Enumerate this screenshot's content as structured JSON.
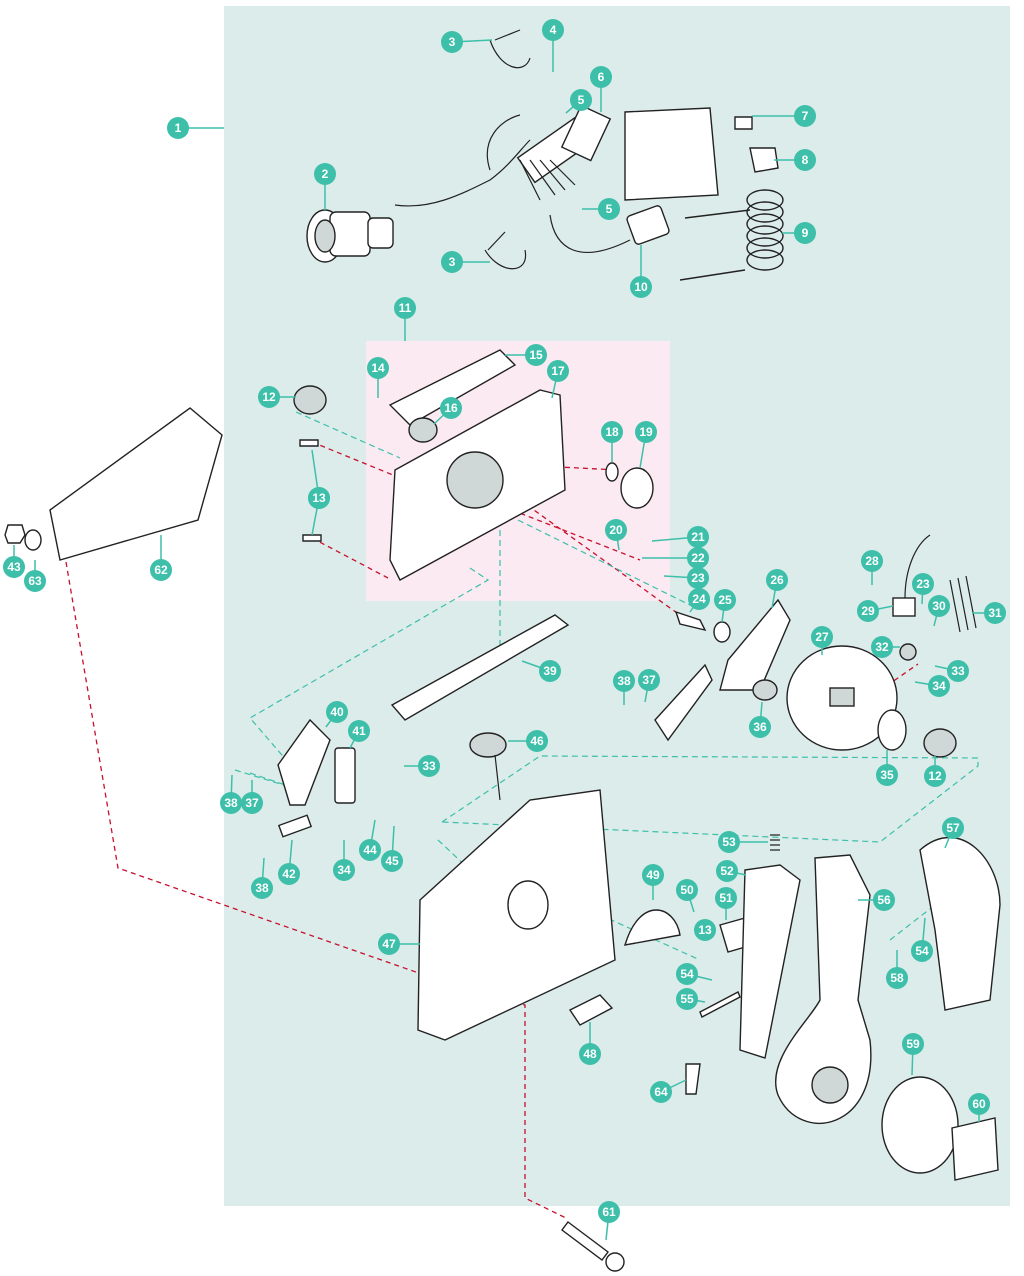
{
  "colors": {
    "background": "#ffffff",
    "assembly_panel": "#dcecea",
    "subassembly_panel": "#fbeaf1",
    "callout": "#3dbfaa",
    "leader_line": "#3dbfaa",
    "guide_line_red": "#c8102e",
    "guide_line_teal": "#3dbfaa",
    "outline": "#222222"
  },
  "callouts": [
    {
      "id": "c1",
      "label": "1"
    },
    {
      "id": "c2",
      "label": "2"
    },
    {
      "id": "c3a",
      "label": "3"
    },
    {
      "id": "c3b",
      "label": "3"
    },
    {
      "id": "c4",
      "label": "4"
    },
    {
      "id": "c5a",
      "label": "5"
    },
    {
      "id": "c5b",
      "label": "5"
    },
    {
      "id": "c6",
      "label": "6"
    },
    {
      "id": "c7",
      "label": "7"
    },
    {
      "id": "c8",
      "label": "8"
    },
    {
      "id": "c9",
      "label": "9"
    },
    {
      "id": "c10",
      "label": "10"
    },
    {
      "id": "c11",
      "label": "11"
    },
    {
      "id": "c12a",
      "label": "12"
    },
    {
      "id": "c12b",
      "label": "12"
    },
    {
      "id": "c13a",
      "label": "13"
    },
    {
      "id": "c13b",
      "label": "13"
    },
    {
      "id": "c14",
      "label": "14"
    },
    {
      "id": "c15",
      "label": "15"
    },
    {
      "id": "c16",
      "label": "16"
    },
    {
      "id": "c17",
      "label": "17"
    },
    {
      "id": "c18",
      "label": "18"
    },
    {
      "id": "c19",
      "label": "19"
    },
    {
      "id": "c20",
      "label": "20"
    },
    {
      "id": "c21",
      "label": "21"
    },
    {
      "id": "c22",
      "label": "22"
    },
    {
      "id": "c23a",
      "label": "23"
    },
    {
      "id": "c23b",
      "label": "23"
    },
    {
      "id": "c24",
      "label": "24"
    },
    {
      "id": "c25",
      "label": "25"
    },
    {
      "id": "c26",
      "label": "26"
    },
    {
      "id": "c27",
      "label": "27"
    },
    {
      "id": "c28",
      "label": "28"
    },
    {
      "id": "c29",
      "label": "29"
    },
    {
      "id": "c30",
      "label": "30"
    },
    {
      "id": "c31",
      "label": "31"
    },
    {
      "id": "c32",
      "label": "32"
    },
    {
      "id": "c33a",
      "label": "33"
    },
    {
      "id": "c33b",
      "label": "33"
    },
    {
      "id": "c34a",
      "label": "34"
    },
    {
      "id": "c34b",
      "label": "34"
    },
    {
      "id": "c35",
      "label": "35"
    },
    {
      "id": "c36",
      "label": "36"
    },
    {
      "id": "c37a",
      "label": "37"
    },
    {
      "id": "c37b",
      "label": "37"
    },
    {
      "id": "c38a",
      "label": "38"
    },
    {
      "id": "c38b",
      "label": "38"
    },
    {
      "id": "c38c",
      "label": "38"
    },
    {
      "id": "c39",
      "label": "39"
    },
    {
      "id": "c40",
      "label": "40"
    },
    {
      "id": "c41",
      "label": "41"
    },
    {
      "id": "c42",
      "label": "42"
    },
    {
      "id": "c43",
      "label": "43"
    },
    {
      "id": "c44",
      "label": "44"
    },
    {
      "id": "c45",
      "label": "45"
    },
    {
      "id": "c46",
      "label": "46"
    },
    {
      "id": "c47",
      "label": "47"
    },
    {
      "id": "c48",
      "label": "48"
    },
    {
      "id": "c49",
      "label": "49"
    },
    {
      "id": "c50",
      "label": "50"
    },
    {
      "id": "c51",
      "label": "51"
    },
    {
      "id": "c52",
      "label": "52"
    },
    {
      "id": "c53",
      "label": "53"
    },
    {
      "id": "c54a",
      "label": "54"
    },
    {
      "id": "c54b",
      "label": "54"
    },
    {
      "id": "c55",
      "label": "55"
    },
    {
      "id": "c56",
      "label": "56"
    },
    {
      "id": "c57",
      "label": "57"
    },
    {
      "id": "c58",
      "label": "58"
    },
    {
      "id": "c59",
      "label": "59"
    },
    {
      "id": "c60",
      "label": "60"
    },
    {
      "id": "c61",
      "label": "61"
    },
    {
      "id": "c62",
      "label": "62"
    },
    {
      "id": "c63",
      "label": "63"
    },
    {
      "id": "c64",
      "label": "64"
    },
    {
      "id": "c13c",
      "label": "13"
    }
  ]
}
